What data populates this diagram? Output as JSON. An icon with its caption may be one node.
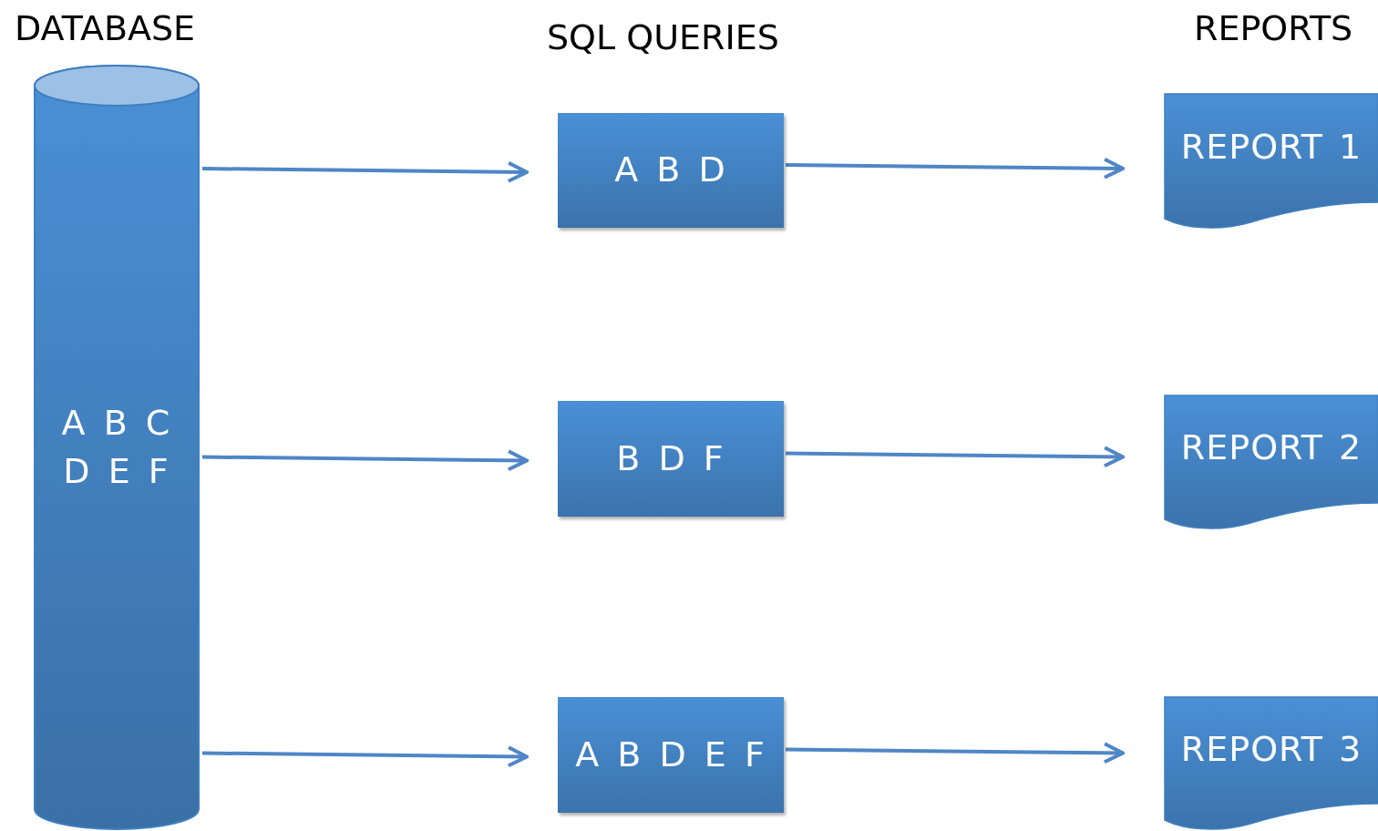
{
  "diagram": {
    "nodes": [
      {
        "text": [
          "DATABASE",
          "A B C D E F"
        ]
      },
      {
        "text": [
          "A B D"
        ]
      },
      {
        "text": [
          "B D F"
        ]
      },
      {
        "text": [
          "A B D E F"
        ]
      },
      {
        "text": [
          "REPORT 1"
        ]
      },
      {
        "text": [
          "REPORT 2"
        ]
      },
      {
        "text": [
          "REPORT 3"
        ]
      }
    ],
    "edges": [
      {
        "from": 0,
        "to": 1,
        "arrow": "to"
      },
      {
        "from": 0,
        "to": 2,
        "arrow": "to"
      },
      {
        "from": 0,
        "to": 3,
        "arrow": "to"
      },
      {
        "from": 1,
        "to": 4,
        "arrow": "to"
      },
      {
        "from": 2,
        "to": 5,
        "arrow": "to"
      },
      {
        "from": 3,
        "to": 6,
        "arrow": "to"
      }
    ],
    "labels": [
      "SQL QUERIES",
      "REPORTS"
    ]
  }
}
